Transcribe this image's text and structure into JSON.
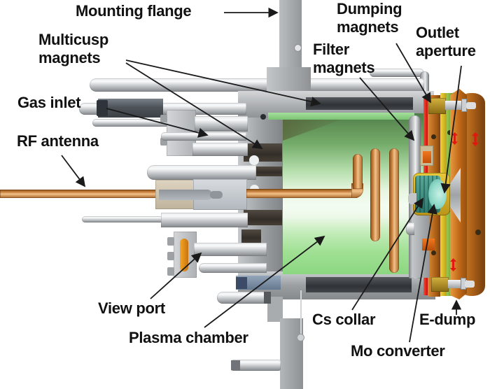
{
  "figure": {
    "kind": "ion-source cross-section diagram",
    "labels": {
      "mounting_flange": "Mounting flange",
      "multicusp_magnets": "Multicusp\nmagnets",
      "gas_inlet": "Gas inlet",
      "rf_antenna": "RF antenna",
      "view_port": "View port",
      "plasma_chamber": "Plasma chamber",
      "dumping_magnets": "Dumping\nmagnets",
      "filter_magnets": "Filter\nmagnets",
      "outlet_aperture": "Outlet\naperture",
      "cs_collar": "Cs collar",
      "e_dump": "E-dump",
      "mo_converter": "Mo converter"
    },
    "colors": {
      "background": "#ffffff",
      "label_text": "#111111",
      "annotation_arrow": "#1a1a1a",
      "copper_antenna": "#c77f3d",
      "plasma_green_top": "#4e7d4b",
      "plasma_green_glow": "#f4fcf1",
      "plasma_green_bottom": "#8cd681",
      "metal_gray": "#b5b8bb",
      "magnet_dark": "#3f4245",
      "e_dump_orange": "#c06818",
      "mo_converter_teal": "#63bdb0",
      "cs_collar_gold": "#d8b828",
      "polarity_marker_red": "#e01810",
      "clamp_blue": "#7a8ba0",
      "insulator_tan": "#cfc3ac"
    }
  }
}
